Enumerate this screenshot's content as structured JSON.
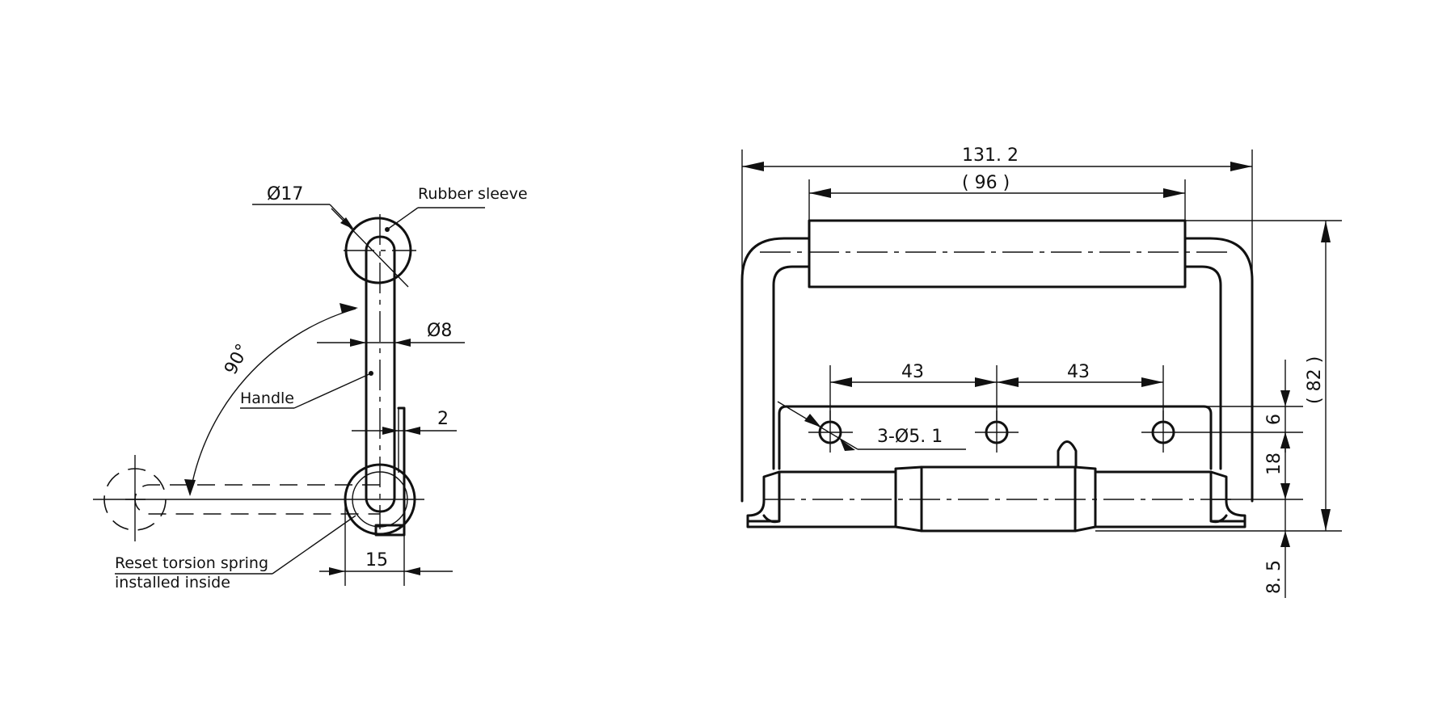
{
  "side_view": {
    "dia_sleeve": "Ø17",
    "dia_rod": "Ø8",
    "rubber_sleeve_label": "Rubber sleeve",
    "handle_label": "Handle",
    "angle_label": "90°",
    "thickness_label": "2",
    "width_label": "15",
    "spring_label_line1": "Reset torsion spring",
    "spring_label_line2": "installed inside"
  },
  "front_view": {
    "overall_width": "131. 2",
    "grip_width": "( 96 )",
    "hole_spacing_left": "43",
    "hole_spacing_right": "43",
    "holes_label": "3-Ø5. 1",
    "dim_6": "6",
    "dim_18": "18",
    "dim_8_5": "8. 5",
    "overall_height": "( 82 )"
  }
}
